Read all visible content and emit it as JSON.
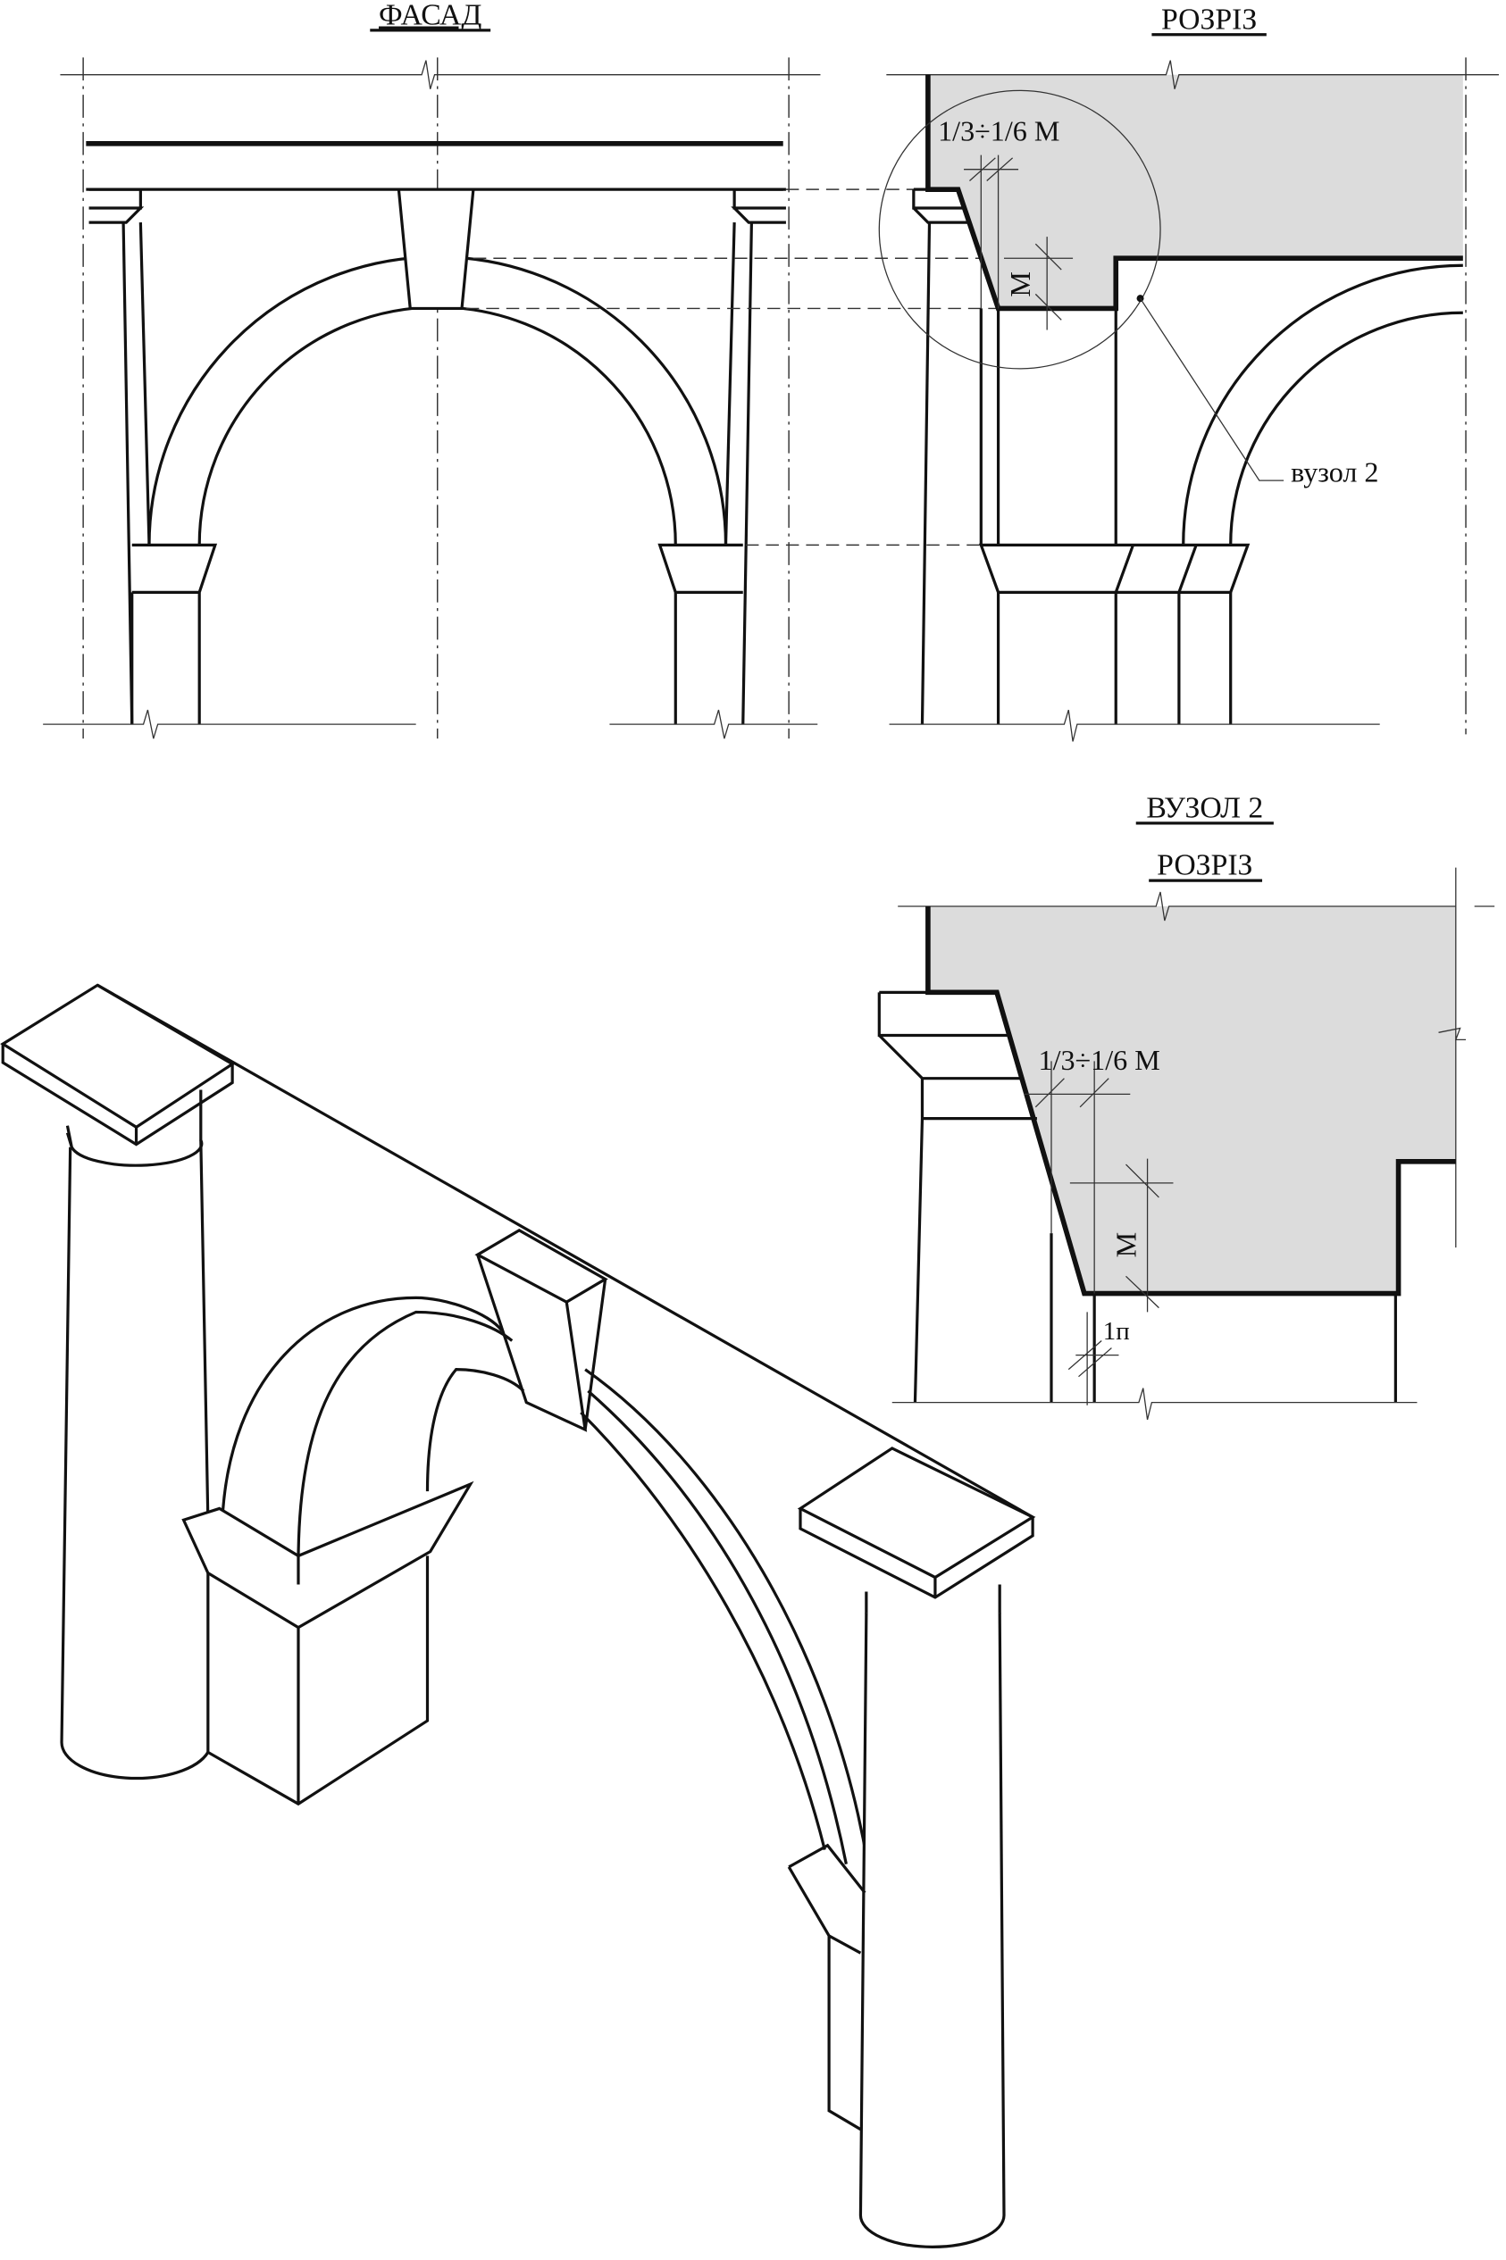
{
  "facade": {
    "title": "ФАСАД"
  },
  "section": {
    "title": "РОЗРІЗ",
    "dim_ratio": "1/3÷1/6 М",
    "dim_m": "М",
    "callout": "вузол 2"
  },
  "node": {
    "title": "ВУЗОЛ 2",
    "subtitle": "РОЗРІЗ",
    "dim_ratio": "1/3÷1/6 М",
    "dim_m": "М",
    "dim_gap": "1п"
  },
  "colors": {
    "section_fill": "#dcdcdc",
    "line": "#111111"
  }
}
